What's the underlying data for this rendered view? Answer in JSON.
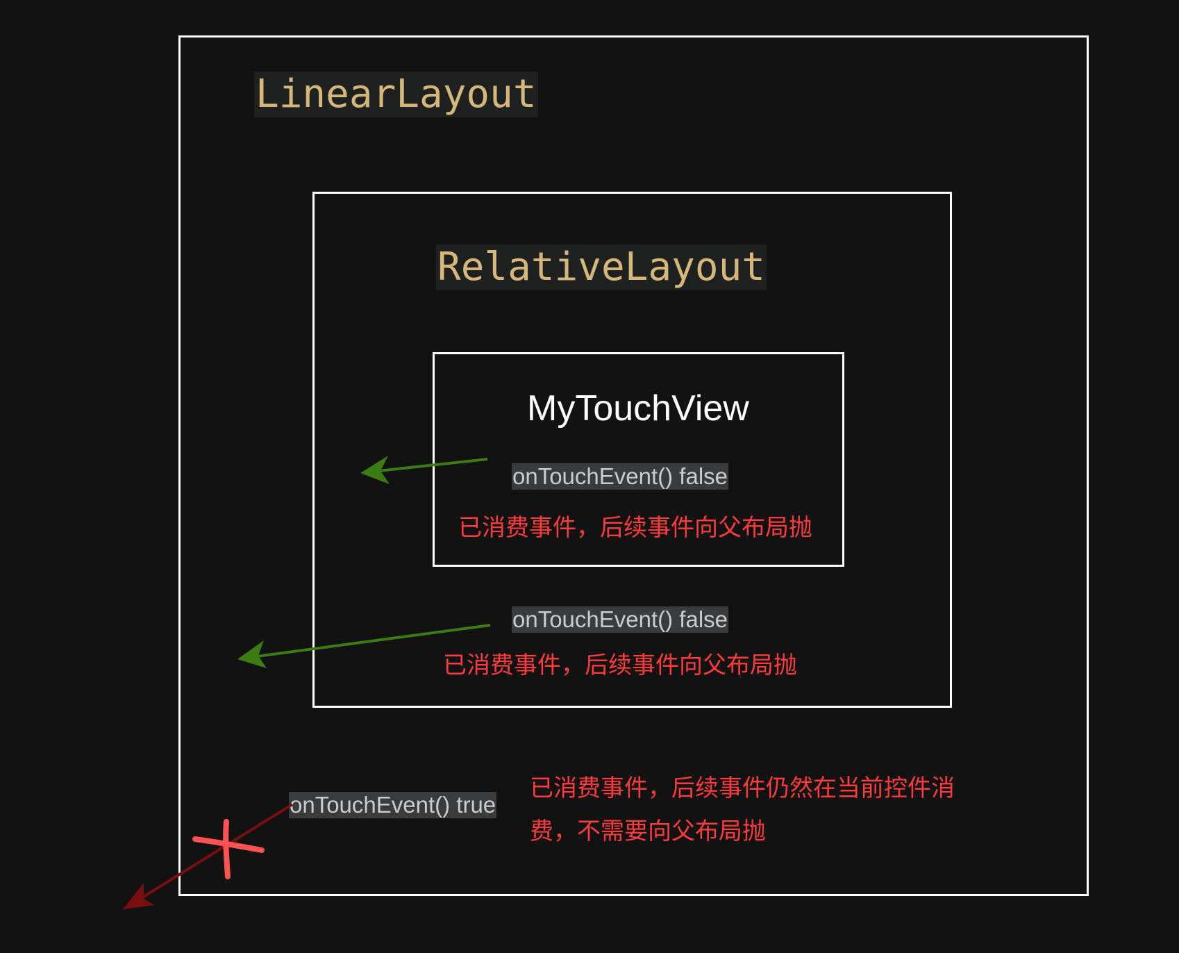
{
  "linear_layout": {
    "title": "LinearLayout",
    "method": "onTouchEvent() true",
    "note": "已消费事件，后续事件仍然在当前控件消费，不需要向父布局抛"
  },
  "relative_layout": {
    "title": "RelativeLayout",
    "method": "onTouchEvent() false",
    "note": "已消费事件，后续事件向父布局抛"
  },
  "my_touch_view": {
    "title": "MyTouchView",
    "method": "onTouchEvent() false",
    "note": "已消费事件，后续事件向父布局抛"
  },
  "colors": {
    "background": "#121212",
    "border": "#ffffff",
    "code_title": "#d7b679",
    "note": "#ff3b3b",
    "pass_arrow": "#3b7d13",
    "blocked_arrow": "#7a0f0f",
    "cross": "#ff5252"
  }
}
